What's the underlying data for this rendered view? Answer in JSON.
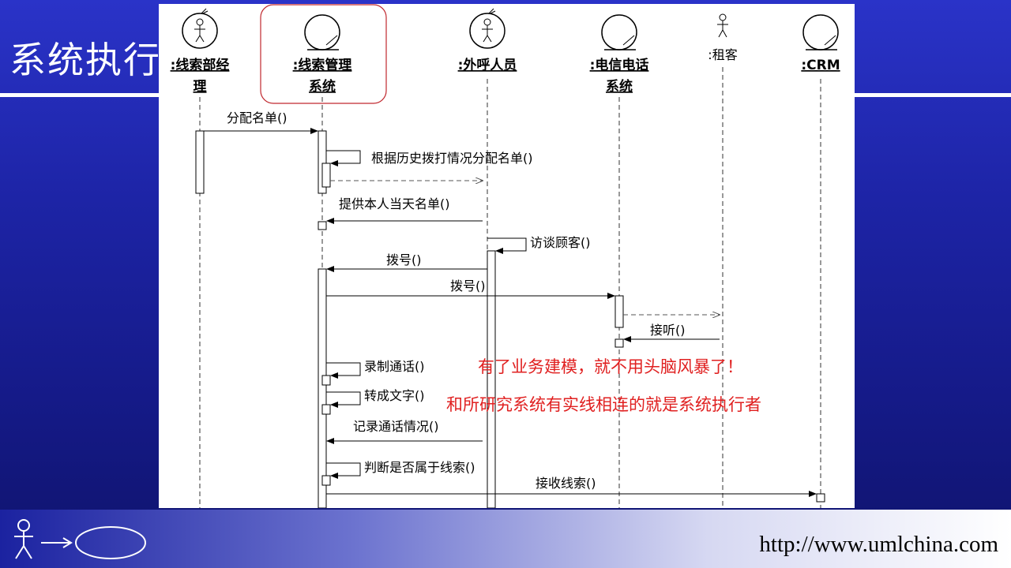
{
  "slide": {
    "title": "系统执行者",
    "url": "http://www.umlchina.com"
  },
  "lifelines": [
    {
      "id": "lead-manager",
      "kind": "actor",
      "label_lines": [
        ":线索部经",
        "理"
      ]
    },
    {
      "id": "lead-system",
      "kind": "entity",
      "label_lines": [
        ":线索管理",
        "系统"
      ],
      "highlighted": true
    },
    {
      "id": "caller",
      "kind": "actor",
      "label_lines": [
        ":外呼人员"
      ]
    },
    {
      "id": "telecom",
      "kind": "entity",
      "label_lines": [
        ":电信电话",
        "系统"
      ]
    },
    {
      "id": "tenant",
      "kind": "stickman",
      "label_lines": [
        ":租客"
      ]
    },
    {
      "id": "crm",
      "kind": "entity",
      "label_lines": [
        ":CRM"
      ]
    }
  ],
  "messages": [
    {
      "id": "m1",
      "label": "分配名单()"
    },
    {
      "id": "m2",
      "label": "根据历史拨打情况分配名单()"
    },
    {
      "id": "m3",
      "label": "提供本人当天名单()"
    },
    {
      "id": "m4",
      "label": "访谈顾客()"
    },
    {
      "id": "m5",
      "label": "拨号()"
    },
    {
      "id": "m6",
      "label": "拨号()"
    },
    {
      "id": "m7",
      "label": "接听()"
    },
    {
      "id": "m8",
      "label": "录制通话()"
    },
    {
      "id": "m9",
      "label": "转成文字()"
    },
    {
      "id": "m10",
      "label": "记录通话情况()"
    },
    {
      "id": "m11",
      "label": "判断是否属于线索()"
    },
    {
      "id": "m12",
      "label": "接收线索()"
    }
  ],
  "annotations": [
    {
      "id": "note1",
      "text": "有了业务建模，就不用头脑风暴了！",
      "color": "#e02020"
    },
    {
      "id": "note2",
      "text": "和所研究系统有实线相连的就是系统执行者",
      "color": "#e02020"
    }
  ],
  "colors": {
    "highlight_box": "#c0282e",
    "line": "#000000",
    "dashed": "#555555"
  }
}
